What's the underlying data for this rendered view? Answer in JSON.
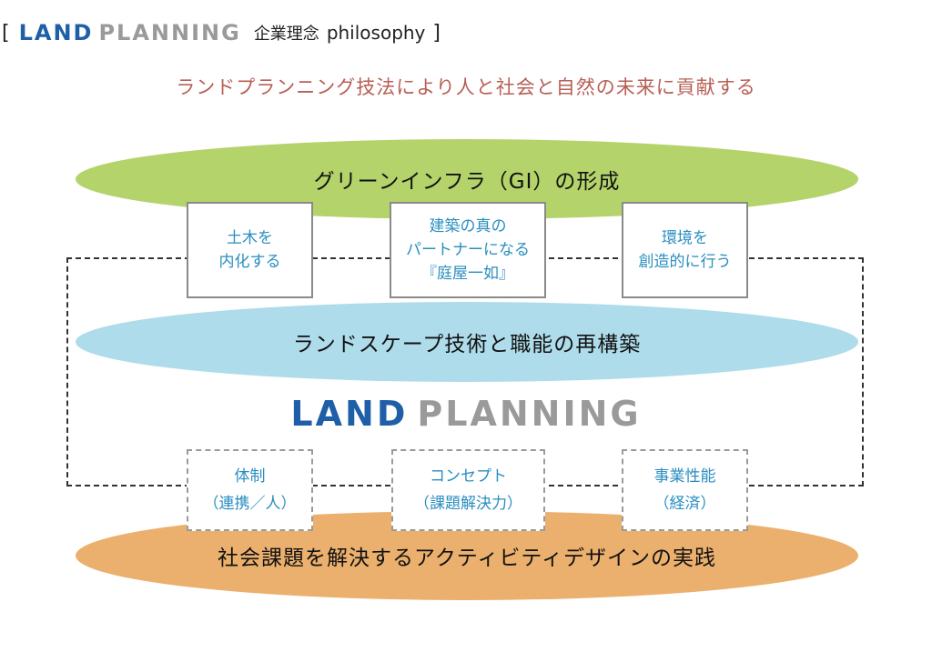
{
  "header": {
    "bracket_open": "[",
    "brand_land": "LAND",
    "brand_planning": "PLANNING",
    "title_jp": "企業理念",
    "title_en": "philosophy",
    "bracket_close": "]"
  },
  "mission": "ランドプランニング技法により人と社会と自然の未来に貢献する",
  "tiers": {
    "top": "グリーンインフラ（GI）の形成",
    "middle": "ランドスケープ技術と職能の再構築",
    "bottom": "社会課題を解決するアクティビティデザインの実践"
  },
  "center_brand": {
    "land": "LAND",
    "planning": "PLANNING"
  },
  "upper_boxes": [
    {
      "lines": [
        "土木を",
        "内化する"
      ]
    },
    {
      "lines": [
        "建築の真の",
        "パートナーになる",
        "『庭屋一如』"
      ]
    },
    {
      "lines": [
        "環境を",
        "創造的に行う"
      ]
    }
  ],
  "lower_boxes": [
    {
      "lines": [
        "体制",
        "（連携／人）"
      ]
    },
    {
      "lines": [
        "コンセプト",
        "（課題解決力）"
      ]
    },
    {
      "lines": [
        "事業性能",
        "（経済）"
      ]
    }
  ],
  "colors": {
    "brand_blue": "#1f5fa8",
    "brand_gray": "#9a9a9a",
    "mission_text": "#b85f55",
    "green_ellipse": "#b4d36a",
    "blue_ellipse": "#aedcea",
    "orange_ellipse": "#ebb06e",
    "box_text": "#2a8ec0"
  }
}
